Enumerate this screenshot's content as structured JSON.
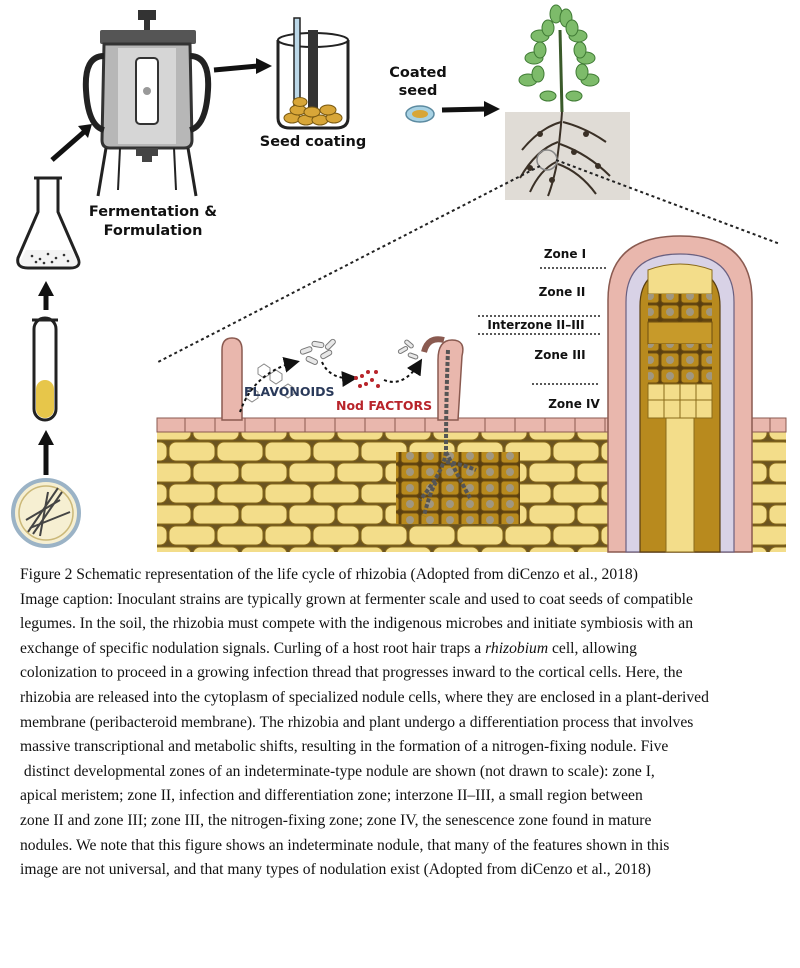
{
  "labels": {
    "fermentation_line1": "Fermentation &",
    "fermentation_line2": "Formulation",
    "seed_coating": "Seed coating",
    "coated_line1": "Coated",
    "coated_line2": "seed",
    "flavonoids": "FLAVONOIDS",
    "nod_factors": "Nod FACTORS"
  },
  "zones": [
    "Zone I",
    "Zone II",
    "Interzone II–III",
    "Zone III",
    "Zone IV"
  ],
  "caption": {
    "title": "Figure 2 Schematic representation of the life cycle of rhizobia (Adopted from diCenzo et al., 2018)",
    "p1": "Image caption: Inoculant strains are typically grown at fermenter scale and used to coat seeds of compatible",
    "p2": "legumes. In the soil, the rhizobia must compete with the indigenous microbes and initiate symbiosis with an",
    "p3": "exchange of specific nodulation signals. Curling of a host root hair traps a",
    "p3_italic": "rhizobium",
    "p3_end": "cell, allowing",
    "p4": "colonization to proceed in a growing infection thread that progresses inward to the cortical cells. Here, the",
    "p5": "rhizobia are released into the cytoplasm of specialized nodule cells, where they are enclosed in a plant-derived",
    "p6": "membrane (peribacteroid membrane). The rhizobia and plant undergo a differentiation process that involves",
    "p7": "massive transcriptional and metabolic shifts, resulting in the formation of a nitrogen-fixing nodule. Five",
    "p8": " distinct developmental zones of an indeterminate-type nodule are shown (not drawn to scale): zone I,",
    "p9": "apical meristem; zone II, infection and differentiation zone; interzone II–III, a small region between",
    "p10": "zone II and zone III; zone III, the nitrogen-fixing zone; zone IV, the senescence zone found in mature",
    "p11": "nodules. We note that this figure shows an indeterminate nodule, that many of the features shown in this",
    "p12": "image are not universal, and that many types of nodulation exist (Adopted from diCenzo et al., 2018)"
  },
  "colors": {
    "cell_fill": "#f3dd8a",
    "cell_stroke": "#8a6a1a",
    "epidermis": "#e9b7ad",
    "nodule_core": "#b88a1e",
    "vascular": "#d8d2e6",
    "soil": "#e0dcd6"
  }
}
